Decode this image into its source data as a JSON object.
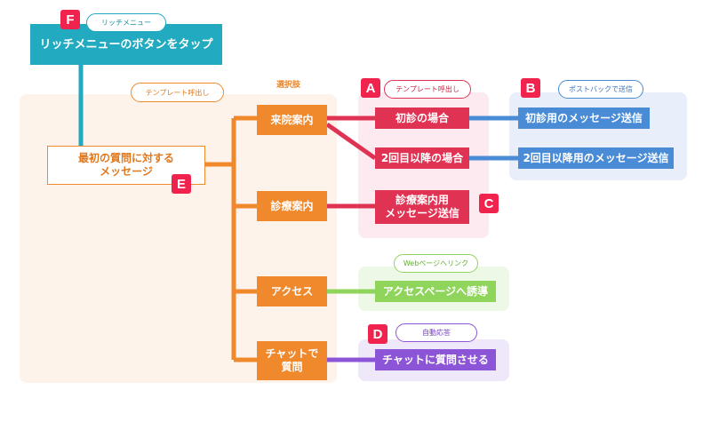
{
  "colors": {
    "orange": "#f0882c",
    "teal": "#22aac0",
    "red": "#e03252",
    "blue": "#4a8bd6",
    "green": "#8fd45b",
    "purple": "#8c54d6",
    "badge": "#f0234f"
  },
  "rich_menu": {
    "badge": "F",
    "pill": "リッチメニュー",
    "title": "リッチメニューのボタンをタップ"
  },
  "template_area": {
    "pill": "テンプレート呼出し",
    "root_line1": "最初の質問に対する",
    "root_line2": "メッセージ",
    "badge": "E",
    "choices_label": "選択肢",
    "choices": [
      "来院案内",
      "診療案内",
      "アクセス",
      "チャットで",
      "質問"
    ]
  },
  "template_call_area": {
    "badge": "A",
    "pill": "テンプレート呼出し",
    "nodes": [
      "初診の場合",
      "2回目以降の場合"
    ],
    "send_line1": "診療案内用",
    "send_line2": "メッセージ送信",
    "send_badge": "C"
  },
  "postback_area": {
    "badge": "B",
    "pill": "ポストバックで送信",
    "nodes": [
      "初診用のメッセージ送信",
      "2回目以降用のメッセージ送信"
    ]
  },
  "web_area": {
    "pill": "Webページへリンク",
    "node": "アクセスページへ誘導"
  },
  "auto_area": {
    "badge": "D",
    "pill": "自動応答",
    "node": "チャットに質問させる"
  }
}
